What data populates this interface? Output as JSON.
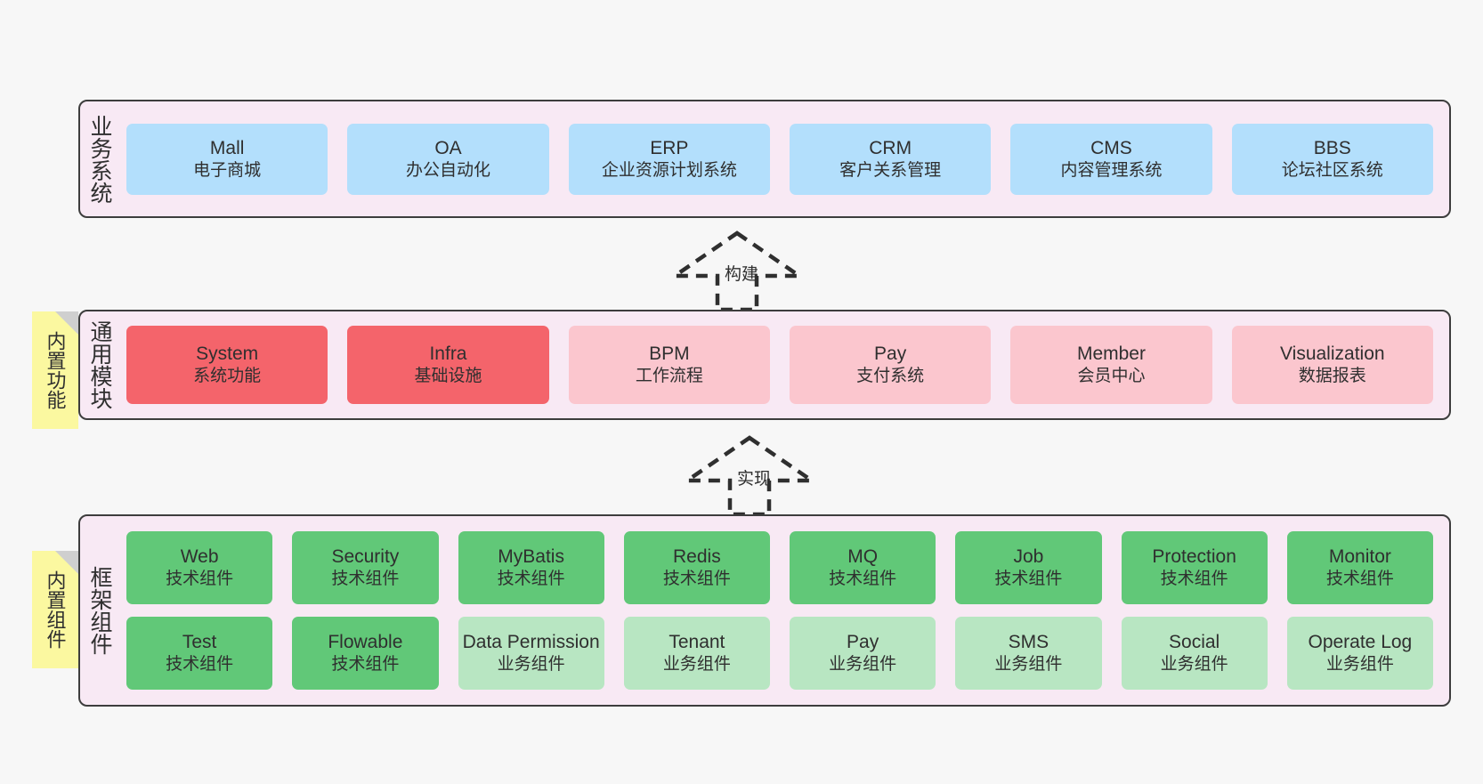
{
  "diagram": {
    "title": "系统架构分层图",
    "colors": {
      "canvas_bg": "#f7f7f7",
      "layer_bg": "#f8e9f4",
      "layer_border": "#3d3d3d",
      "business_card": "#b3dffc",
      "module_core_card": "#f4646b",
      "module_card": "#fbc6ce",
      "tech_component_card": "#61c878",
      "biz_component_card": "#b8e6c2",
      "sticky_note": "#fbf8a0",
      "sticky_fold": "#cfcfcf",
      "text": "#2f2f2f"
    }
  },
  "layers": {
    "business": {
      "caption": "业务系统",
      "cards": [
        {
          "name": "Mall",
          "desc": "电子商城"
        },
        {
          "name": "OA",
          "desc": "办公自动化"
        },
        {
          "name": "ERP",
          "desc": "企业资源计划系统"
        },
        {
          "name": "CRM",
          "desc": "客户关系管理"
        },
        {
          "name": "CMS",
          "desc": "内容管理系统"
        },
        {
          "name": "BBS",
          "desc": "论坛社区系统"
        }
      ]
    },
    "modules": {
      "caption": "通用模块",
      "sticky": "内置功能",
      "cards": [
        {
          "name": "System",
          "desc": "系统功能",
          "variant": "core"
        },
        {
          "name": "Infra",
          "desc": "基础设施",
          "variant": "core"
        },
        {
          "name": "BPM",
          "desc": "工作流程",
          "variant": "normal"
        },
        {
          "name": "Pay",
          "desc": "支付系统",
          "variant": "normal"
        },
        {
          "name": "Member",
          "desc": "会员中心",
          "variant": "normal"
        },
        {
          "name": "Visualization",
          "desc": "数据报表",
          "variant": "normal"
        }
      ]
    },
    "framework": {
      "caption": "框架组件",
      "sticky": "内置组件",
      "row1": [
        {
          "name": "Web",
          "desc": "技术组件",
          "variant": "tech"
        },
        {
          "name": "Security",
          "desc": "技术组件",
          "variant": "tech"
        },
        {
          "name": "MyBatis",
          "desc": "技术组件",
          "variant": "tech"
        },
        {
          "name": "Redis",
          "desc": "技术组件",
          "variant": "tech"
        },
        {
          "name": "MQ",
          "desc": "技术组件",
          "variant": "tech"
        },
        {
          "name": "Job",
          "desc": "技术组件",
          "variant": "tech"
        },
        {
          "name": "Protection",
          "desc": "技术组件",
          "variant": "tech"
        },
        {
          "name": "Monitor",
          "desc": "技术组件",
          "variant": "tech"
        }
      ],
      "row2": [
        {
          "name": "Test",
          "desc": "技术组件",
          "variant": "tech"
        },
        {
          "name": "Flowable",
          "desc": "技术组件",
          "variant": "tech"
        },
        {
          "name": "Data Permission",
          "desc": "业务组件",
          "variant": "biz"
        },
        {
          "name": "Tenant",
          "desc": "业务组件",
          "variant": "biz"
        },
        {
          "name": "Pay",
          "desc": "业务组件",
          "variant": "biz"
        },
        {
          "name": "SMS",
          "desc": "业务组件",
          "variant": "biz"
        },
        {
          "name": "Social",
          "desc": "业务组件",
          "variant": "biz"
        },
        {
          "name": "Operate Log",
          "desc": "业务组件",
          "variant": "biz"
        }
      ]
    }
  },
  "connectors": [
    {
      "label": "构建",
      "from": "modules",
      "to": "business",
      "style": "dashed-generalization"
    },
    {
      "label": "实现",
      "from": "framework",
      "to": "modules",
      "style": "dashed-generalization"
    }
  ]
}
